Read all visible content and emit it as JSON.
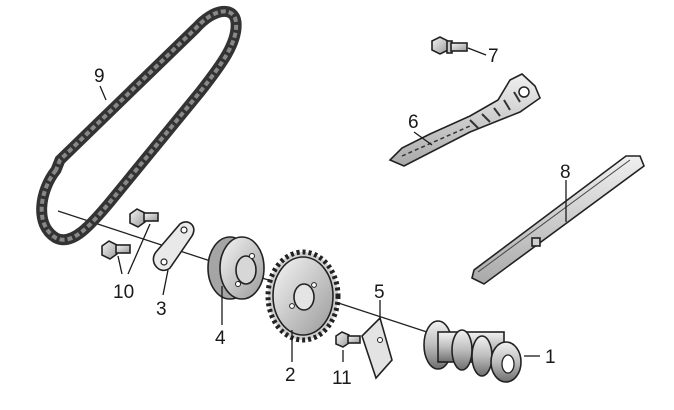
{
  "diagram": {
    "parts": [
      {
        "id": "1",
        "label": "1"
      },
      {
        "id": "2",
        "label": "2"
      },
      {
        "id": "3",
        "label": "3"
      },
      {
        "id": "4",
        "label": "4"
      },
      {
        "id": "5",
        "label": "5"
      },
      {
        "id": "6",
        "label": "6"
      },
      {
        "id": "7",
        "label": "7"
      },
      {
        "id": "8",
        "label": "8"
      },
      {
        "id": "9",
        "label": "9"
      },
      {
        "id": "10",
        "label": "10"
      },
      {
        "id": "11",
        "label": "11"
      }
    ],
    "colors": {
      "ink": "#222222",
      "metal_light": "#e6e6e6",
      "metal_mid": "#bdbdbd",
      "metal_dark": "#7a7a7a",
      "chain": "#555555"
    }
  }
}
